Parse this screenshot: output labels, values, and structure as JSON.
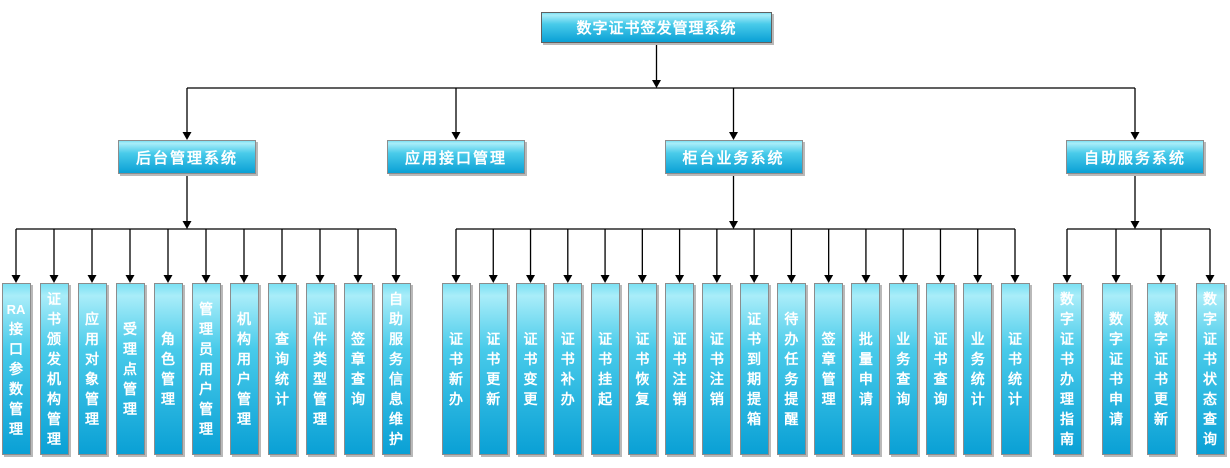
{
  "title": "数字证书签发管理系统",
  "colors": {
    "box_gradient_top": "#7be0f3",
    "box_gradient_highlight": "#a9edf9",
    "box_gradient_mid": "#49cbea",
    "box_gradient_bottom": "#0aa0d5",
    "box_border": "#8c8c8c",
    "box_shadow": "#b9b9b9",
    "connector": "#000000",
    "text": "#ffffff",
    "background": "#ffffff"
  },
  "tree": {
    "root": {
      "label": "数字证书签发管理系统"
    },
    "branches": [
      {
        "label": "后台管理系统",
        "children": [
          "RA接口参数管理",
          "证书颁发机构管理",
          "应用对象管理",
          "受理点管理",
          "角色管理",
          "管理员用户管理",
          "机构用户管理",
          "查询统计",
          "证件类型管理",
          "签章查询",
          "自助服务信息维护"
        ]
      },
      {
        "label": "应用接口管理",
        "children": []
      },
      {
        "label": "柜台业务系统",
        "children": [
          "证书新办",
          "证书更新",
          "证书变更",
          "证书补办",
          "证书挂起",
          "证书恢复",
          "证书注销",
          "证书注销",
          "证书到期提箱",
          "待办任务提醒",
          "签章管理",
          "批量申请",
          "业务查询",
          "证书查询",
          "业务统计",
          "证书统计"
        ]
      },
      {
        "label": "自助服务系统",
        "children": [
          "数字证书办理指南",
          "数字证书申请",
          "数字证书更新",
          "数字证书状态查询"
        ]
      }
    ]
  }
}
